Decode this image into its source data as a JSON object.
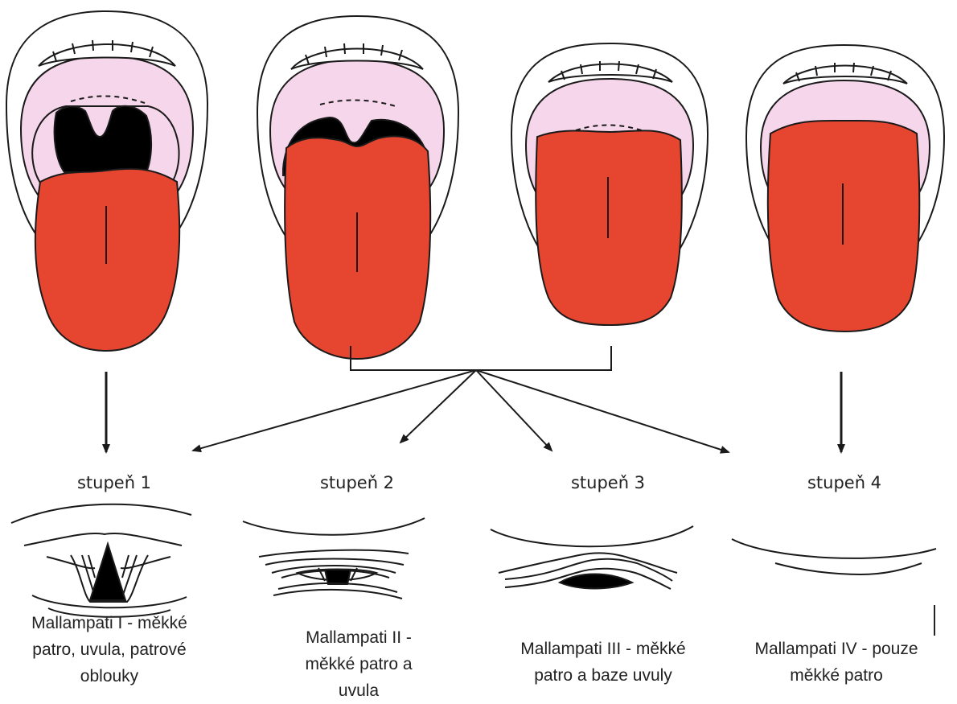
{
  "colors": {
    "tongue": "#e64630",
    "palate": "#f6d6ea",
    "throat": "#000000",
    "outline": "#1a1a1a",
    "background": "#ffffff"
  },
  "grades": [
    {
      "id": 1,
      "label": "stupeň 1",
      "caption_lines": [
        "Mallampati I - měkké",
        "patro, uvula, patrové",
        "oblouky"
      ]
    },
    {
      "id": 2,
      "label": "stupeň 2",
      "caption_lines": [
        "Mallampati II -",
        "měkké patro a",
        "uvula"
      ]
    },
    {
      "id": 3,
      "label": "stupeň 3",
      "caption_lines": [
        "Mallampati III - měkké",
        "patro a baze uvuly"
      ]
    },
    {
      "id": 4,
      "label": "stupeň 4",
      "caption_lines": [
        "Mallampati IV - pouze",
        "měkké patro"
      ]
    }
  ]
}
